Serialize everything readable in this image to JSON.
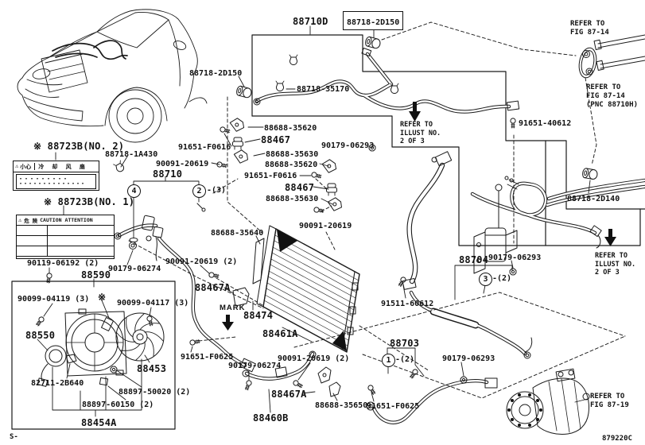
{
  "labels": [
    {
      "text": "88710D"
    },
    {
      "text": "88718-2D150"
    },
    {
      "text": "REFER TO\nFIG 87-14"
    },
    {
      "text": "88718-2D150"
    },
    {
      "text": "88718-35170"
    },
    {
      "text": "REFER TO\nFIG 87-14\n(PNC 88710H)"
    },
    {
      "text": "88688-35620"
    },
    {
      "text": "88467"
    },
    {
      "text": "90179-06293"
    },
    {
      "text": "91651-40612"
    },
    {
      "text": "88688-35630"
    },
    {
      "text": "88688-35620"
    },
    {
      "text": "91651-F0616"
    },
    {
      "text": "90091-20619"
    },
    {
      "text": "88710"
    },
    {
      "text": "91651-F0616"
    },
    {
      "text": "88467"
    },
    {
      "text": "88688-35630"
    },
    {
      "text": "REFER TO\nILLUST NO.\n2 OF 3"
    },
    {
      "text": "88718-2D140"
    },
    {
      "text": "※ 88723B(NO. 2)"
    },
    {
      "text": "88718-1A430"
    },
    {
      "text": "※ 88723B(NO. 1)"
    },
    {
      "text": "90091-20619"
    },
    {
      "text": "88688-35640"
    },
    {
      "text": "90091-20619 (2)"
    },
    {
      "text": "90119-06192 (2)"
    },
    {
      "text": "90179-06274"
    },
    {
      "text": "88590"
    },
    {
      "text": "88467A"
    },
    {
      "text": "90099-04119 (3)"
    },
    {
      "text": "※"
    },
    {
      "text": "90099-04117 (3)"
    },
    {
      "text": "90179-06293"
    },
    {
      "text": "88704"
    },
    {
      "text": "REFER TO\nILLUST NO.\n2 OF 3"
    },
    {
      "text": "91511-60612"
    },
    {
      "text": "88550"
    },
    {
      "text": "MARK"
    },
    {
      "text": "88474"
    },
    {
      "text": "88461A"
    },
    {
      "text": "91651-F0625"
    },
    {
      "text": "90179-06274"
    },
    {
      "text": "90091-20619 (2)"
    },
    {
      "text": "88467A"
    },
    {
      "text": "88688-35650"
    },
    {
      "text": "88460B"
    },
    {
      "text": "88703"
    },
    {
      "text": "90179-06293"
    },
    {
      "text": "91651-F0625"
    },
    {
      "text": "REFER TO\nFIG 87-19"
    },
    {
      "text": "88453"
    },
    {
      "text": "82711-2B640"
    },
    {
      "text": "88897-50020 (2)"
    },
    {
      "text": "88897-60150 (2)"
    },
    {
      "text": "88454A"
    },
    {
      "text": "879220C"
    },
    {
      "text": "S-"
    }
  ],
  "circles": [
    {
      "n": "4",
      "suffix": ""
    },
    {
      "n": "2",
      "suffix": "-(3)"
    },
    {
      "n": "3",
      "suffix": "-(2)"
    },
    {
      "n": "1",
      "suffix": "-(2)"
    }
  ],
  "caution1": {
    "warn": "⚠",
    "jp": "危 険",
    "en": "CAUTION  ATTENTION"
  },
  "caution2": {
    "warn": "⚠",
    "left": "小心",
    "right": "冷 却 风 扇"
  }
}
